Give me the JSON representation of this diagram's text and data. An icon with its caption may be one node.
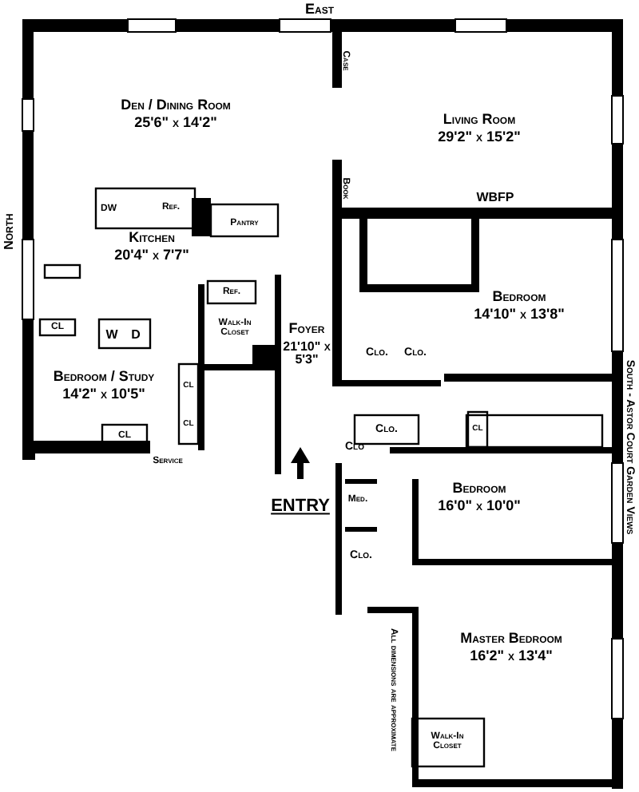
{
  "diagram": {
    "labels": [
      "East",
      "Case",
      "Den / Dining Room",
      "25'6\" x 14'2\"",
      "Living Room",
      "29'2\" x 15'2\"",
      "DW",
      "Ref.",
      "Pantry",
      "Book",
      "WBFP",
      "Kitchen",
      "20'4\" x 7'7\"",
      "North",
      "Bedroom",
      "14'10\" x 13'8\"",
      "Ref.",
      "CL",
      "W",
      "D",
      "Walk-In Closet",
      "Foyer",
      "21'10\" x 5'3\"",
      "Clo.",
      "Clo.",
      "South - Astor Court Garden Views",
      "Bedroom / Study",
      "14'2\" x 10'5\"",
      "CL",
      "CL",
      "Clo.",
      "CL",
      "CL",
      "Service",
      "Clo",
      "ENTRY",
      "Med.",
      "Bedroom",
      "16'0\" x 10'0\"",
      "Clo.",
      "All dimensions are approximate",
      "Master Bedroom",
      "16'2\" x 13'4\"",
      "Walk-In Closet"
    ]
  }
}
